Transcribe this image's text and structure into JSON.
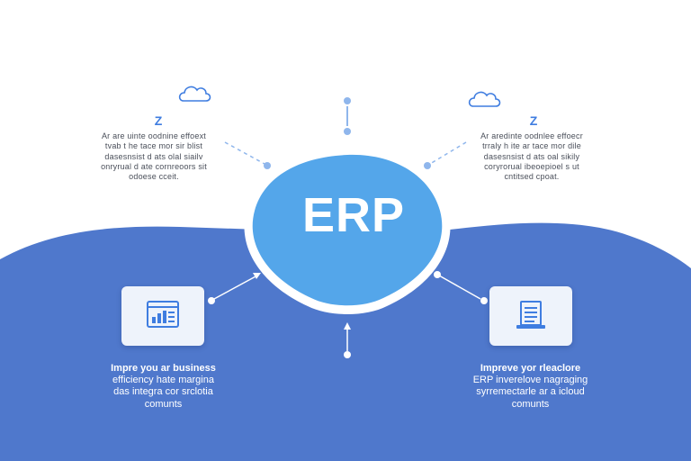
{
  "hub": {
    "label": "ERP"
  },
  "top_left": {
    "icon": "cloud-icon",
    "mark": "Z",
    "lines": [
      "Ar are uinte oodnine effoext",
      "tvab t he tace mor sir blist",
      "dasesnsist d ats olal siailv",
      "onryrual d ate cornreoors sit",
      "odoese cceit."
    ]
  },
  "top_right": {
    "icon": "cloud-icon",
    "mark": "Z",
    "lines": [
      "Ar aredinte oodnlee effoecr",
      "trraly h ite ar tace mor dile",
      "dasesnsist d ats oal sikily",
      "coryrorual ibeoepioel s ut",
      "cntitsed cpoat."
    ]
  },
  "bottom_left": {
    "icon": "analytics-report-icon",
    "lines": [
      "Impre you ar business",
      "efficiency hate margina",
      "das integra cor srclotia",
      "comunts"
    ]
  },
  "bottom_right": {
    "icon": "document-icon",
    "lines": [
      "Impreve yor rleaclore",
      "ERP inverelove nagraging",
      "syrremectarle ar a icloud",
      "comunts"
    ]
  },
  "colors": {
    "background": "#ffffff",
    "band": "#4f78cc",
    "hub": "#54a6ea",
    "accent": "#3f7de0",
    "connector": "#8fb6ec"
  }
}
